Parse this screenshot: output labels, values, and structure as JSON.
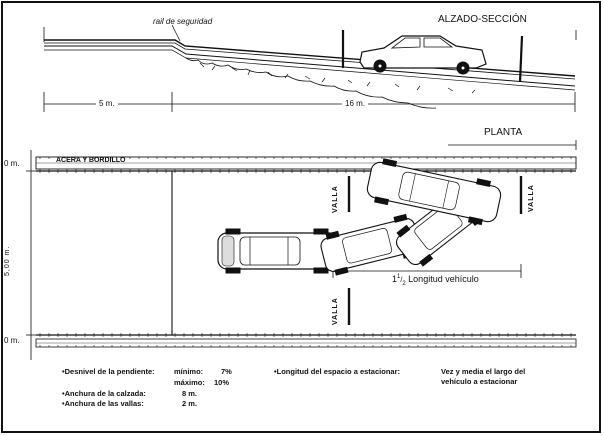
{
  "elevation": {
    "title": "ALZADO-SECCIÓN",
    "guardrail_label": "rail de seguridad",
    "dim_left": "5 m.",
    "dim_right": "16 m."
  },
  "plan": {
    "title": "PLANTA",
    "sidewalk_label": "ACERA Y BORDILLO",
    "level_top": "0 m.",
    "level_bottom": "0 m.",
    "width_dim": "5,00 m.",
    "fence_label": "VALLA",
    "length_dim_whole": "1",
    "length_dim_num": "1",
    "length_dim_den": "2",
    "length_dim_text": "Longitud vehículo"
  },
  "specs": {
    "slope_label": "•Desnivel de la pendiente:",
    "slope_min_label": "mínimo:",
    "slope_min_value": "7%",
    "slope_max_label": "máximo:",
    "slope_max_value": "10%",
    "road_width_label": "•Anchura de la calzada:",
    "road_width_value": "8 m.",
    "fence_width_label": "•Anchura de las vallas:",
    "fence_width_value": "2 m.",
    "space_length_label": "•Longitud del espacio a estacionar:",
    "space_length_value_1": "Vez y media el largo del",
    "space_length_value_2": "vehículo a estacionar"
  }
}
